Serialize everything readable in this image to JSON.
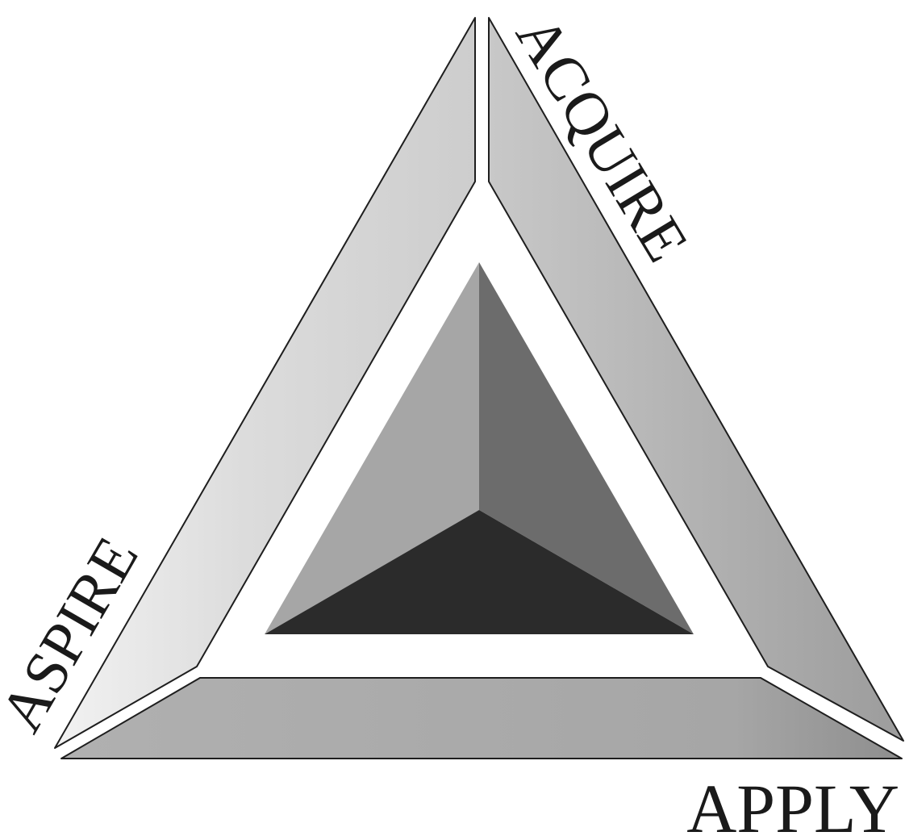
{
  "labels": {
    "acquire": "ACQUIRE",
    "aspire": "ASPIRE",
    "apply": "APPLY"
  },
  "colors": {
    "background": "#ffffff",
    "frame_left": "#d6d6d6",
    "frame_right": "#b4b4b4",
    "frame_bottom": "#a8a8a8",
    "inner_left_face": "#a6a6a6",
    "inner_right_face": "#6c6c6c",
    "inner_bottom_face": "#2b2b2b",
    "outline": "#1e1e1e",
    "text": "#1a1a1a"
  }
}
